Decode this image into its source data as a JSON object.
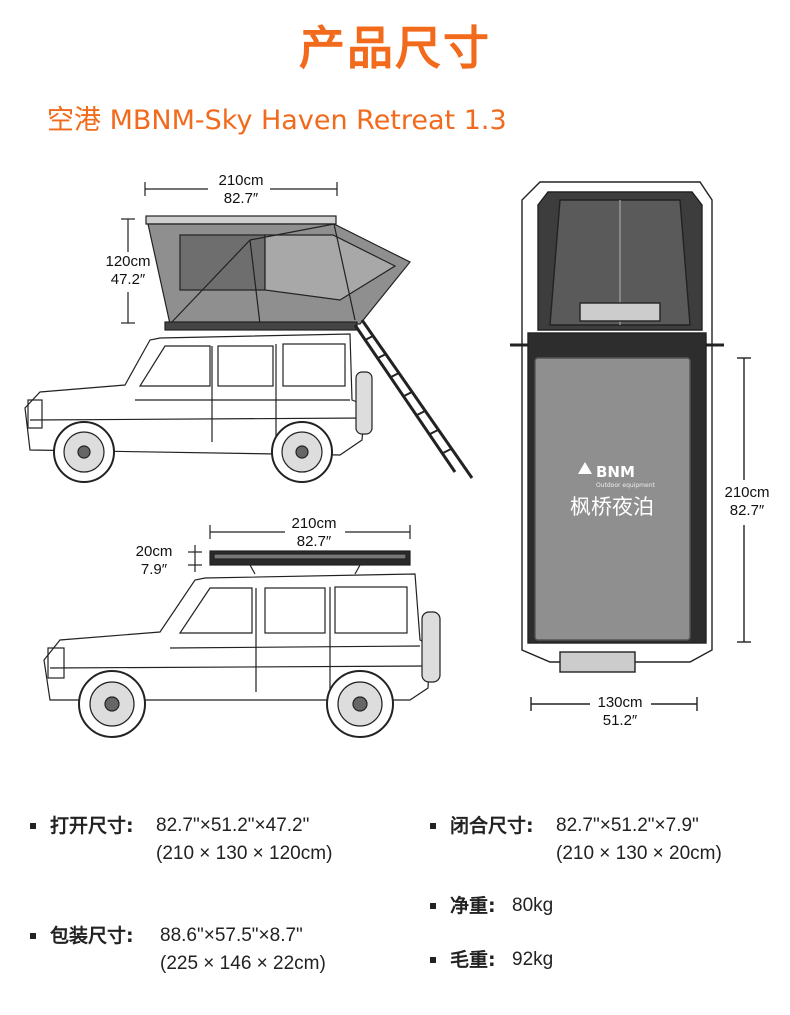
{
  "header": {
    "title": "产品尺寸",
    "subtitle": "空港 MBNM-Sky Haven Retreat 1.3"
  },
  "dimensions": {
    "open_length_cm": "210cm",
    "open_length_in": "82.7″",
    "open_height_cm": "120cm",
    "open_height_in": "47.2″",
    "closed_length_cm": "210cm",
    "closed_length_in": "82.7″",
    "closed_height_cm": "20cm",
    "closed_height_in": "7.9″",
    "top_length_cm": "210cm",
    "top_length_in": "82.7″",
    "top_width_cm": "130cm",
    "top_width_in": "51.2″"
  },
  "brand": {
    "logo_text": "BNM",
    "logo_sub": "Outdoor equipment",
    "name_cn": "枫桥夜泊"
  },
  "specs": {
    "open": {
      "label": "打开尺寸:",
      "inches": "82.7\"×51.2\"×47.2\"",
      "cm": "(210 × 130 × 120cm)"
    },
    "closed": {
      "label": "闭合尺寸:",
      "inches": "82.7\"×51.2\"×7.9\"",
      "cm": "(210 × 130 × 20cm)"
    },
    "net_weight": {
      "label": "净重:",
      "value": "80kg"
    },
    "package": {
      "label": "包装尺寸:",
      "inches": "88.6\"×57.5\"×8.7\"",
      "cm": "(225 × 146 × 22cm)"
    },
    "gross_weight": {
      "label": "毛重:",
      "value": "92kg"
    }
  },
  "colors": {
    "accent": "#f26a1b",
    "tent_body": "#8f8f8f",
    "line": "#222222"
  }
}
